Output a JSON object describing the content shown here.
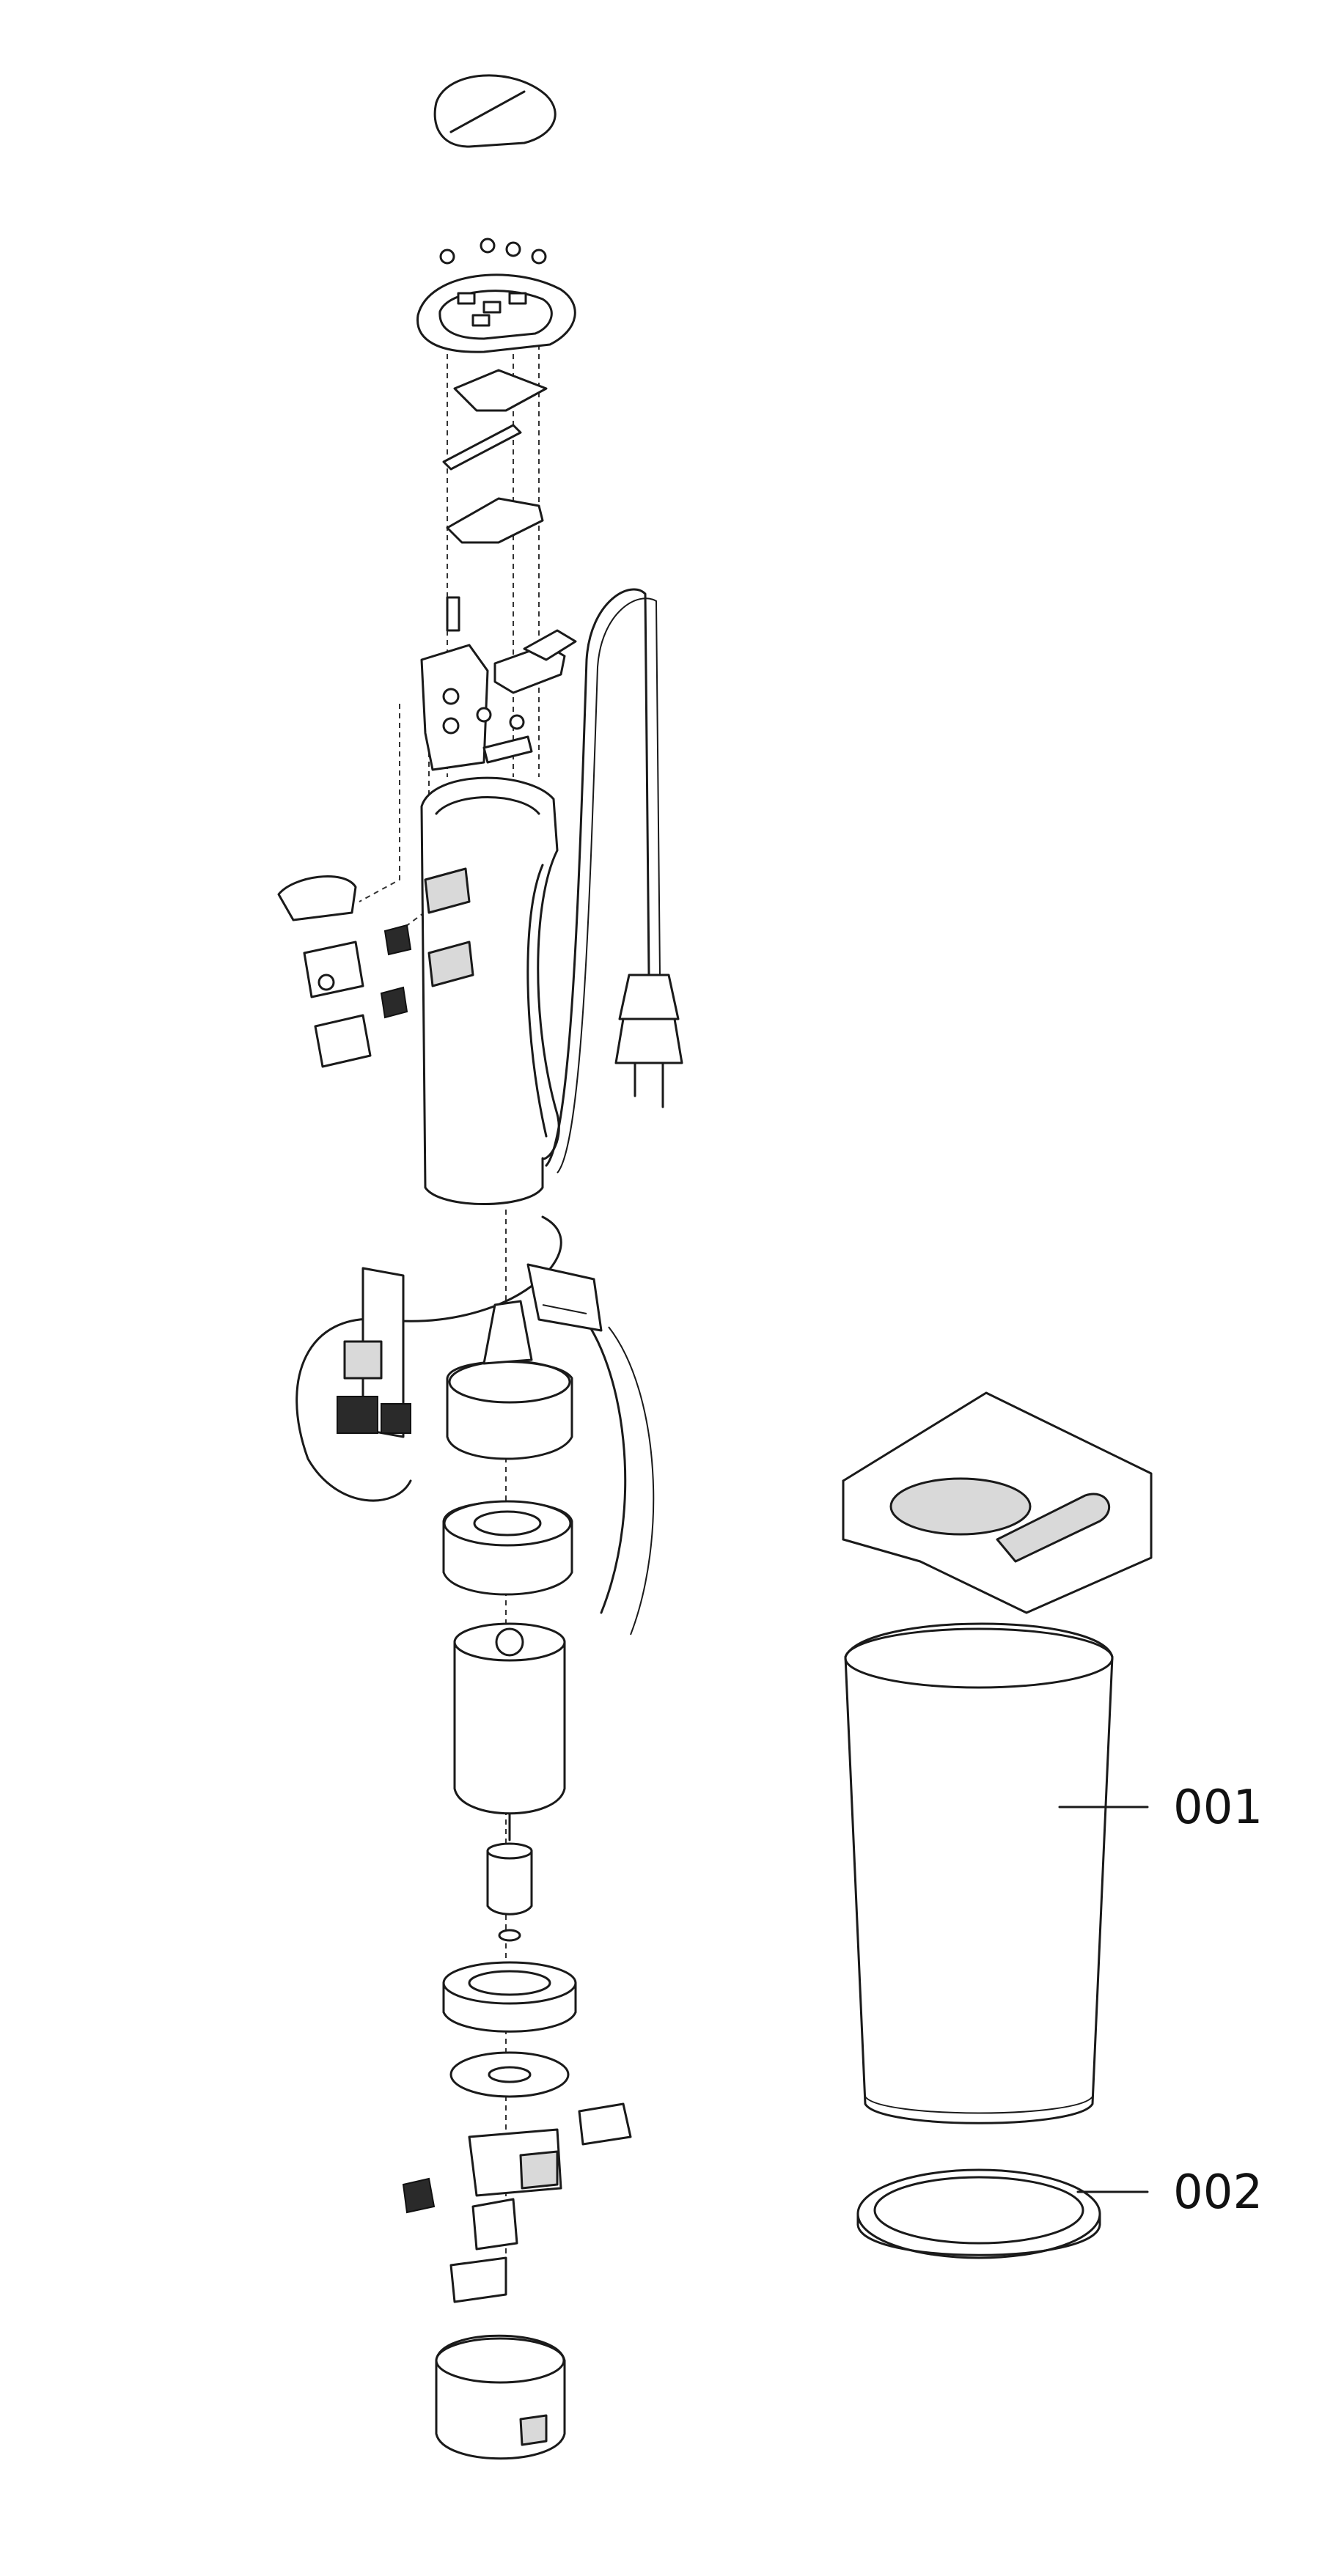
{
  "callouts": [
    {
      "id": "part-001",
      "label": "001"
    },
    {
      "id": "part-002",
      "label": "002"
    }
  ]
}
